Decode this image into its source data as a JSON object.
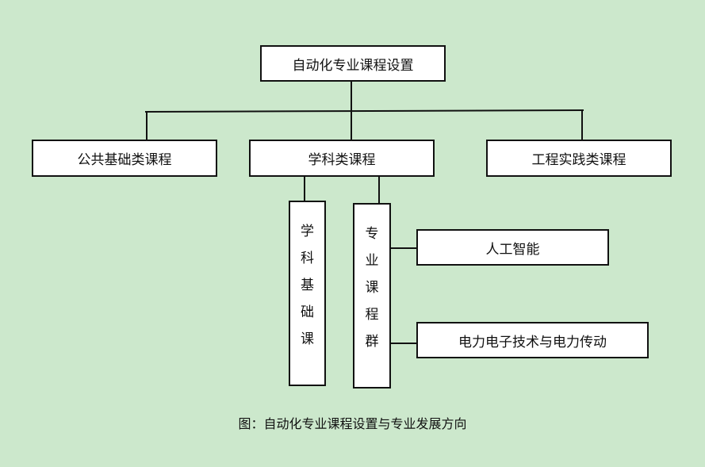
{
  "root": {
    "label": "自动化专业课程设置"
  },
  "categories": [
    {
      "label": "公共基础类课程"
    },
    {
      "label": "学科类课程"
    },
    {
      "label": "工程实践类课程"
    }
  ],
  "sub_groups": [
    {
      "chars": [
        "学",
        "科",
        "基",
        "础",
        "课"
      ]
    },
    {
      "chars": [
        "专",
        "业",
        "课",
        "程",
        "群"
      ]
    }
  ],
  "directions": [
    {
      "label": "人工智能"
    },
    {
      "label": "电力电子技术与电力传动"
    }
  ],
  "caption": "图：自动化专业课程设置与专业发展方向",
  "colors": {
    "background": "#CCE8CC",
    "box_fill": "#FFFFFF",
    "line": "#111111"
  }
}
